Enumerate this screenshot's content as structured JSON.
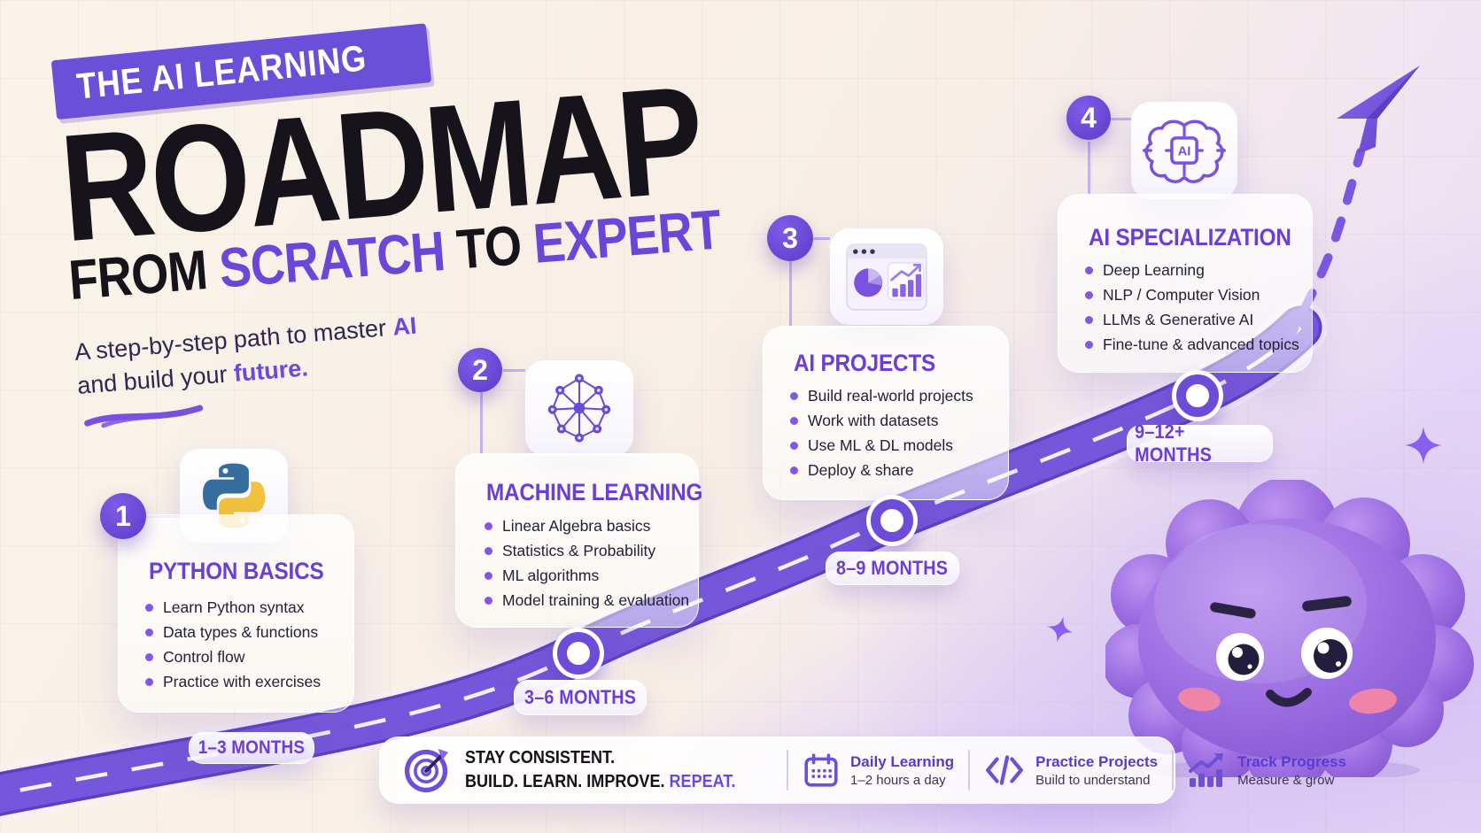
{
  "title_block": {
    "kicker": "THE AI LEARNING",
    "title": "ROADMAP",
    "line3": {
      "from": "FROM",
      "scratch": "SCRATCH",
      "to": "TO",
      "expert": "EXPERT"
    },
    "tagline": {
      "l1_text": "A step-by-step path to master",
      "l1_accent": "AI",
      "l2_text": "and build your",
      "l2_accent": "future."
    }
  },
  "milestones": [
    {
      "number": "1",
      "title": "PYTHON BASICS",
      "icon": "python-logo",
      "duration": "1–3 MONTHS",
      "items": [
        "Learn Python syntax",
        "Data types & functions",
        "Control flow",
        "Practice with exercises"
      ]
    },
    {
      "number": "2",
      "title": "MACHINE LEARNING",
      "icon": "neural-network",
      "duration": "3–6 MONTHS",
      "items": [
        "Linear Algebra basics",
        "Statistics & Probability",
        "ML algorithms",
        "Model training & evaluation"
      ]
    },
    {
      "number": "3",
      "title": "AI PROJECTS",
      "icon": "analytics-window",
      "duration": "8–9 MONTHS",
      "items": [
        "Build real-world projects",
        "Work with datasets",
        "Use ML & DL models",
        "Deploy & share"
      ]
    },
    {
      "number": "4",
      "title": "AI SPECIALIZATION",
      "icon": "ai-brain-chip",
      "duration": "9–12+ MONTHS",
      "items": [
        "Deep Learning",
        "NLP / Computer Vision",
        "LLMs & Generative AI",
        "Fine-tune & advanced topics"
      ]
    }
  ],
  "icons": {
    "ai_chip_label": "AI"
  },
  "footer": {
    "headline_line1": "STAY CONSISTENT.",
    "headline_line2_black": "BUILD. LEARN. IMPROVE.",
    "headline_line2_accent": "REPEAT.",
    "tips": [
      {
        "icon": "calendar-icon",
        "title": "Daily Learning",
        "subtitle": "1–2 hours a day"
      },
      {
        "icon": "code-icon",
        "title": "Practice Projects",
        "subtitle": "Build to understand"
      },
      {
        "icon": "chart-icon",
        "title": "Track Progress",
        "subtitle": "Measure & grow"
      }
    ]
  },
  "colors": {
    "accent": "#6b46d8",
    "road": "#7457da",
    "ink": "#17131a",
    "body_text": "#232039",
    "banner": "#6a4fd8"
  }
}
